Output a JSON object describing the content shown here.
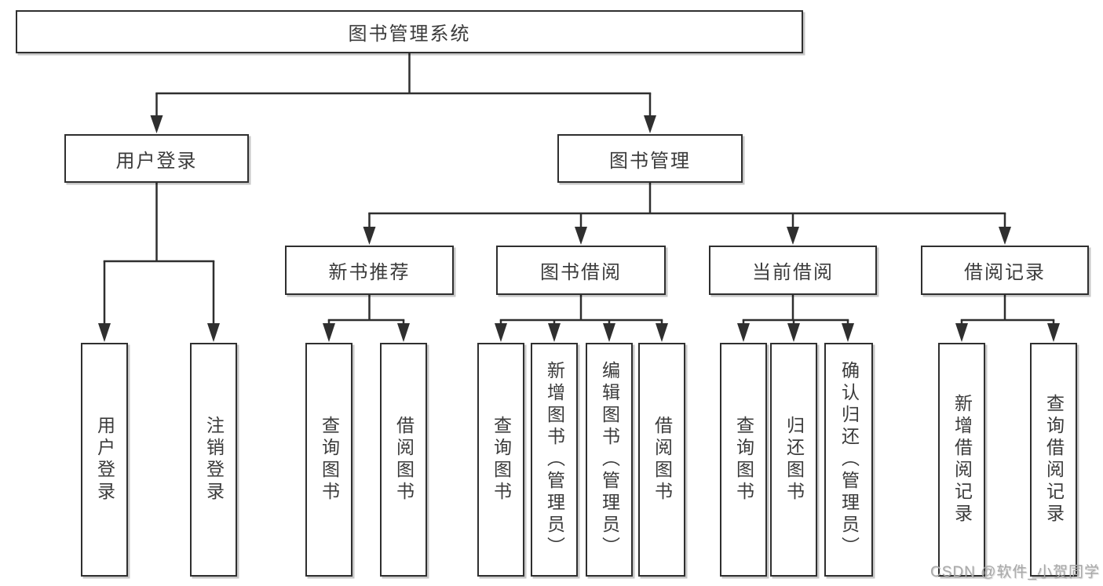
{
  "diagram_title": "图书管理系统",
  "watermark": "CSDN @软件_小贺同学",
  "colors": {
    "line": "#2f2f2f",
    "text": "#3b3b3b",
    "background": "#ffffff"
  },
  "tree": {
    "label": "图书管理系统",
    "children": [
      {
        "label": "用户登录",
        "children": [
          {
            "label": "用户登录"
          },
          {
            "label": "注销登录"
          }
        ]
      },
      {
        "label": "图书管理",
        "children": [
          {
            "label": "新书推荐",
            "children": [
              {
                "label": "查询图书"
              },
              {
                "label": "借阅图书"
              }
            ]
          },
          {
            "label": "图书借阅",
            "children": [
              {
                "label": "查询图书"
              },
              {
                "label": "新增图书（管理员）"
              },
              {
                "label": "编辑图书（管理员）"
              },
              {
                "label": "借阅图书"
              }
            ]
          },
          {
            "label": "当前借阅",
            "children": [
              {
                "label": "查询图书"
              },
              {
                "label": "归还图书"
              },
              {
                "label": "确认归还（管理员）"
              }
            ]
          },
          {
            "label": "借阅记录",
            "children": [
              {
                "label": "新增借阅记录"
              },
              {
                "label": "查询借阅记录"
              }
            ]
          }
        ]
      }
    ]
  }
}
